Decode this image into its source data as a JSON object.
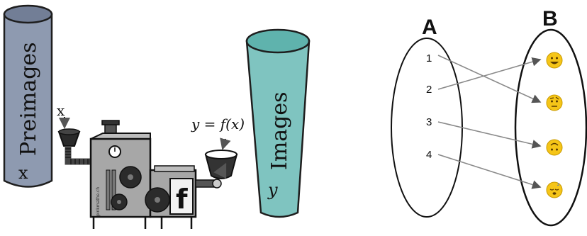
{
  "machine": {
    "left_cylinder": {
      "label": "Preimages",
      "variable": "x"
    },
    "right_cylinder": {
      "label": "Images",
      "variable": "y"
    },
    "input_label": "x",
    "equation": "y = f(x)",
    "function_symbol": "f",
    "watermark": "pinkmathe.ch",
    "colors": {
      "preimage_fill": "#8e9ab0",
      "image_fill": "#7fc4c0",
      "machine_fill": "#a7a7a7",
      "outline": "#1e1e1e"
    }
  },
  "mapping": {
    "set_a": {
      "label": "A",
      "elements": [
        "1",
        "2",
        "3",
        "4"
      ]
    },
    "set_b": {
      "label": "B",
      "elements": [
        "grinning-face-emoji",
        "face-with-raised-eyebrow-emoji",
        "upside-down-face-emoji",
        "sleeping-face-emoji"
      ]
    },
    "arrows": [
      {
        "from": "1",
        "to": "face-with-raised-eyebrow-emoji"
      },
      {
        "from": "2",
        "to": "grinning-face-emoji"
      },
      {
        "from": "3",
        "to": "upside-down-face-emoji"
      },
      {
        "from": "4",
        "to": "sleeping-face-emoji"
      }
    ],
    "colors": {
      "emoji_fill": "#f5c518",
      "arrow": "#8a8a8a"
    }
  }
}
